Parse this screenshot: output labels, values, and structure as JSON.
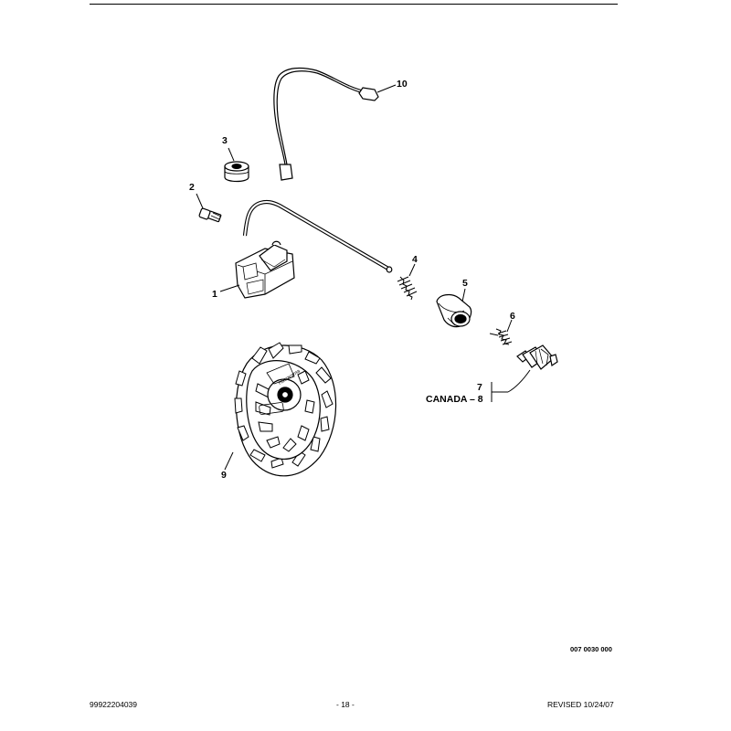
{
  "callouts": {
    "c1": "1",
    "c2": "2",
    "c3": "3",
    "c4": "4",
    "c5": "5",
    "c6": "6",
    "c7": "7",
    "c8": "CANADA – 8",
    "c9": "9",
    "c10": "10"
  },
  "flywheel_logo": "Husqvarna",
  "drawing_number": "007 0030 000",
  "footer": {
    "part_number": "99922204039",
    "page": "- 18 -",
    "revised": "REVISED 10/24/07"
  }
}
